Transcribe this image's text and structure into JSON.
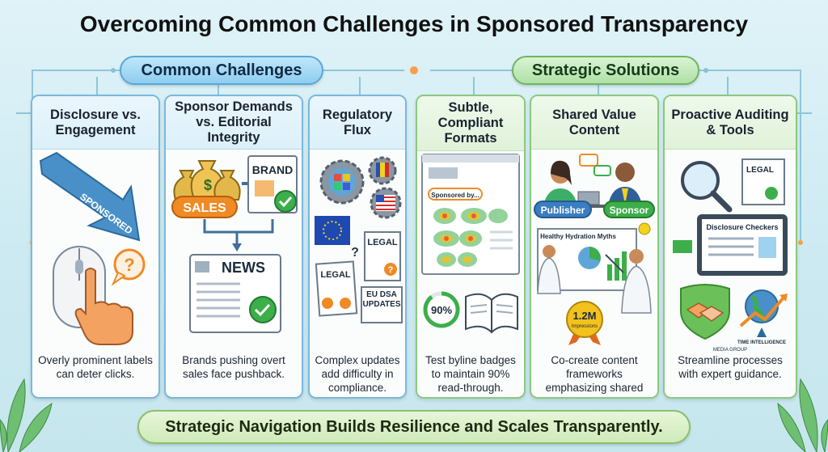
{
  "title": "Overcoming Common Challenges in Sponsored Transparency",
  "sections": {
    "challenges_label": "Common Challenges",
    "solutions_label": "Strategic Solutions"
  },
  "cards": [
    {
      "title": "Disclosure vs. Engagement",
      "description": "Overly prominent labels can deter clicks.",
      "art_labels": {
        "arrow": "SPONSORED",
        "symbol": "?"
      }
    },
    {
      "title": "Sponsor Demands vs. Editorial Integrity",
      "description": "Brands pushing overt sales face pushback.",
      "art_labels": {
        "money": "SALES",
        "doc": "BRAND",
        "paper": "NEWS"
      }
    },
    {
      "title": "Regulatory Flux",
      "description": "Complex updates add difficulty in compliance.",
      "art_labels": {
        "doc1": "LEGAL",
        "doc2": "LEGAL",
        "doc3": "EU DSA UPDATES"
      }
    },
    {
      "title": "Subtle, Compliant Formats",
      "description": "Test byline badges to maintain 90% read-through.",
      "art_labels": {
        "byline": "Sponsored by...",
        "percent": "90%"
      }
    },
    {
      "title": "Shared Value Content",
      "description": "Co-create content frameworks emphasizing shared value.",
      "art_labels": {
        "publisher": "Publisher",
        "sponsor": "Sponsor",
        "board": "Healthy Hydration Myths",
        "badge": "1.2M",
        "badge_sub": "Impressions"
      }
    },
    {
      "title": "Proactive Auditing & Tools",
      "description": "Streamline processes with expert guidance.",
      "art_labels": {
        "doc": "LEGAL",
        "screen": "Disclosure Checkers",
        "logo_line1": "TIME INTELLIGENCE",
        "logo_line2": "MEDIA GROUP"
      }
    }
  ],
  "banner": "Strategic Navigation Builds Resilience and Scales Transparently.",
  "colors": {
    "challenge_accent": "#7ab9db",
    "solution_accent": "#8cc97f",
    "warning_orange": "#f08a24",
    "check_green": "#3cae4a"
  }
}
